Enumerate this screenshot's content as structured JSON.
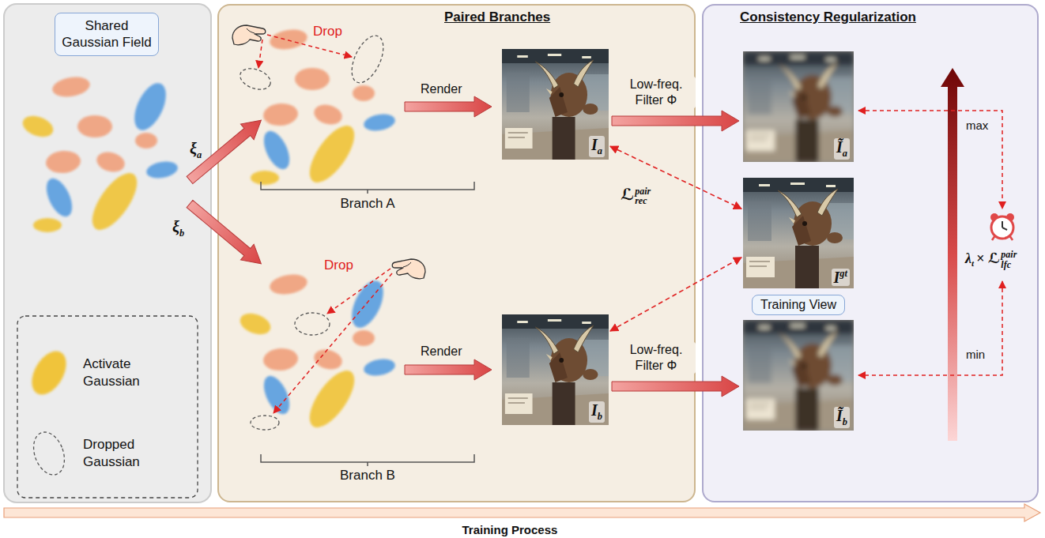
{
  "diagram": {
    "nodes": [
      {
        "text": [
          "Shared Gaussian Field"
        ]
      },
      {
        "text": [
          "Paired Branches"
        ]
      },
      {
        "text": [
          "I",
          "a"
        ],
        "in": 1
      },
      {
        "text": [
          "I",
          "b"
        ],
        "in": 1
      },
      {
        "text": [
          "Consistency Regularization"
        ]
      },
      {
        "text": [
          "Ĩ",
          "a"
        ],
        "in": 4
      },
      {
        "text": [
          "I",
          "gt"
        ],
        "in": 4
      },
      {
        "text": [
          "Training View"
        ],
        "in": 4
      },
      {
        "text": [
          "Ĩ",
          "b"
        ],
        "in": 4
      }
    ],
    "edges": [
      {
        "from": 2,
        "to": 5,
        "arrow": "to",
        "label": "Low-freq. Filter Φ"
      },
      {
        "from": 3,
        "to": 8,
        "arrow": "to",
        "label": "Low-freq. Filter Φ"
      },
      {
        "from": 2,
        "to": 6,
        "arrow": "both"
      },
      {
        "from": 3,
        "to": 6,
        "arrow": "both"
      }
    ],
    "labels": [
      "Drop",
      "Render",
      "Branch A",
      "Drop",
      "Render",
      "Branch B",
      "ξ",
      "a",
      "ξ",
      "b",
      "ℒ",
      "pair",
      "rec",
      "max",
      "min",
      "λ",
      "t",
      "× ℒ",
      "pair",
      "lfc",
      "Training Process"
    ],
    "legend": [
      {
        "text": "Activate Gaussian"
      },
      {
        "text": "Dropped Gaussian"
      }
    ]
  }
}
